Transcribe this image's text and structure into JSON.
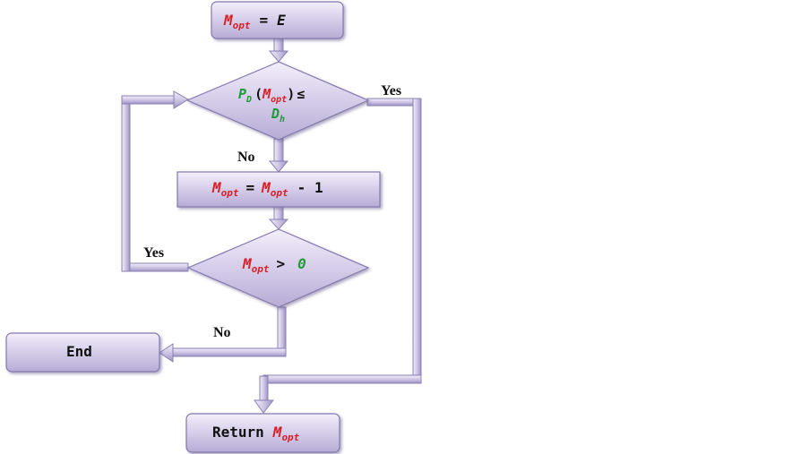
{
  "nodes": {
    "init": {
      "var": "M",
      "sub": "opt",
      "op": "=",
      "value": "E"
    },
    "cond1": {
      "fn": "P",
      "fn_sub": "D",
      "var": "M",
      "sub": "opt",
      "rel": "≤",
      "rhs": "D",
      "rhs_sub": "h"
    },
    "decrement": {
      "var": "M",
      "sub": "opt",
      "op": "=",
      "var2": "M",
      "sub2": "opt",
      "tail": "- 1"
    },
    "cond2": {
      "var": "M",
      "sub": "opt",
      "rel": ">",
      "rhs": "0"
    },
    "end": {
      "label": "End"
    },
    "return": {
      "label": "Return",
      "var": "M",
      "sub": "opt"
    }
  },
  "edges": {
    "cond1_yes": "Yes",
    "cond1_no": "No",
    "cond2_yes": "Yes",
    "cond2_no": "No"
  },
  "colors": {
    "shape_fill_top": "#f1ecf9",
    "shape_fill_bottom": "#b9aed6",
    "shape_stroke": "#7e74a8",
    "variable": "#d81f26",
    "green_term": "#1f9a3a"
  }
}
